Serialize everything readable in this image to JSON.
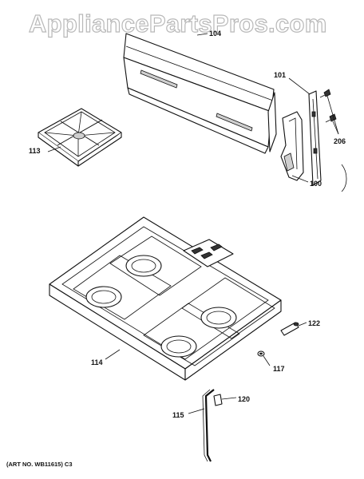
{
  "watermark": "AppliancePartsPros.com",
  "art_number": "(ART NO. WB11615) C3",
  "callouts": [
    {
      "id": "104",
      "text": "104"
    },
    {
      "id": "101",
      "text": "101"
    },
    {
      "id": "206",
      "text": "206"
    },
    {
      "id": "113",
      "text": "113"
    },
    {
      "id": "100",
      "text": "100"
    },
    {
      "id": "122",
      "text": "122"
    },
    {
      "id": "114",
      "text": "114"
    },
    {
      "id": "117",
      "text": "117"
    },
    {
      "id": "120",
      "text": "120"
    },
    {
      "id": "115",
      "text": "115"
    }
  ]
}
